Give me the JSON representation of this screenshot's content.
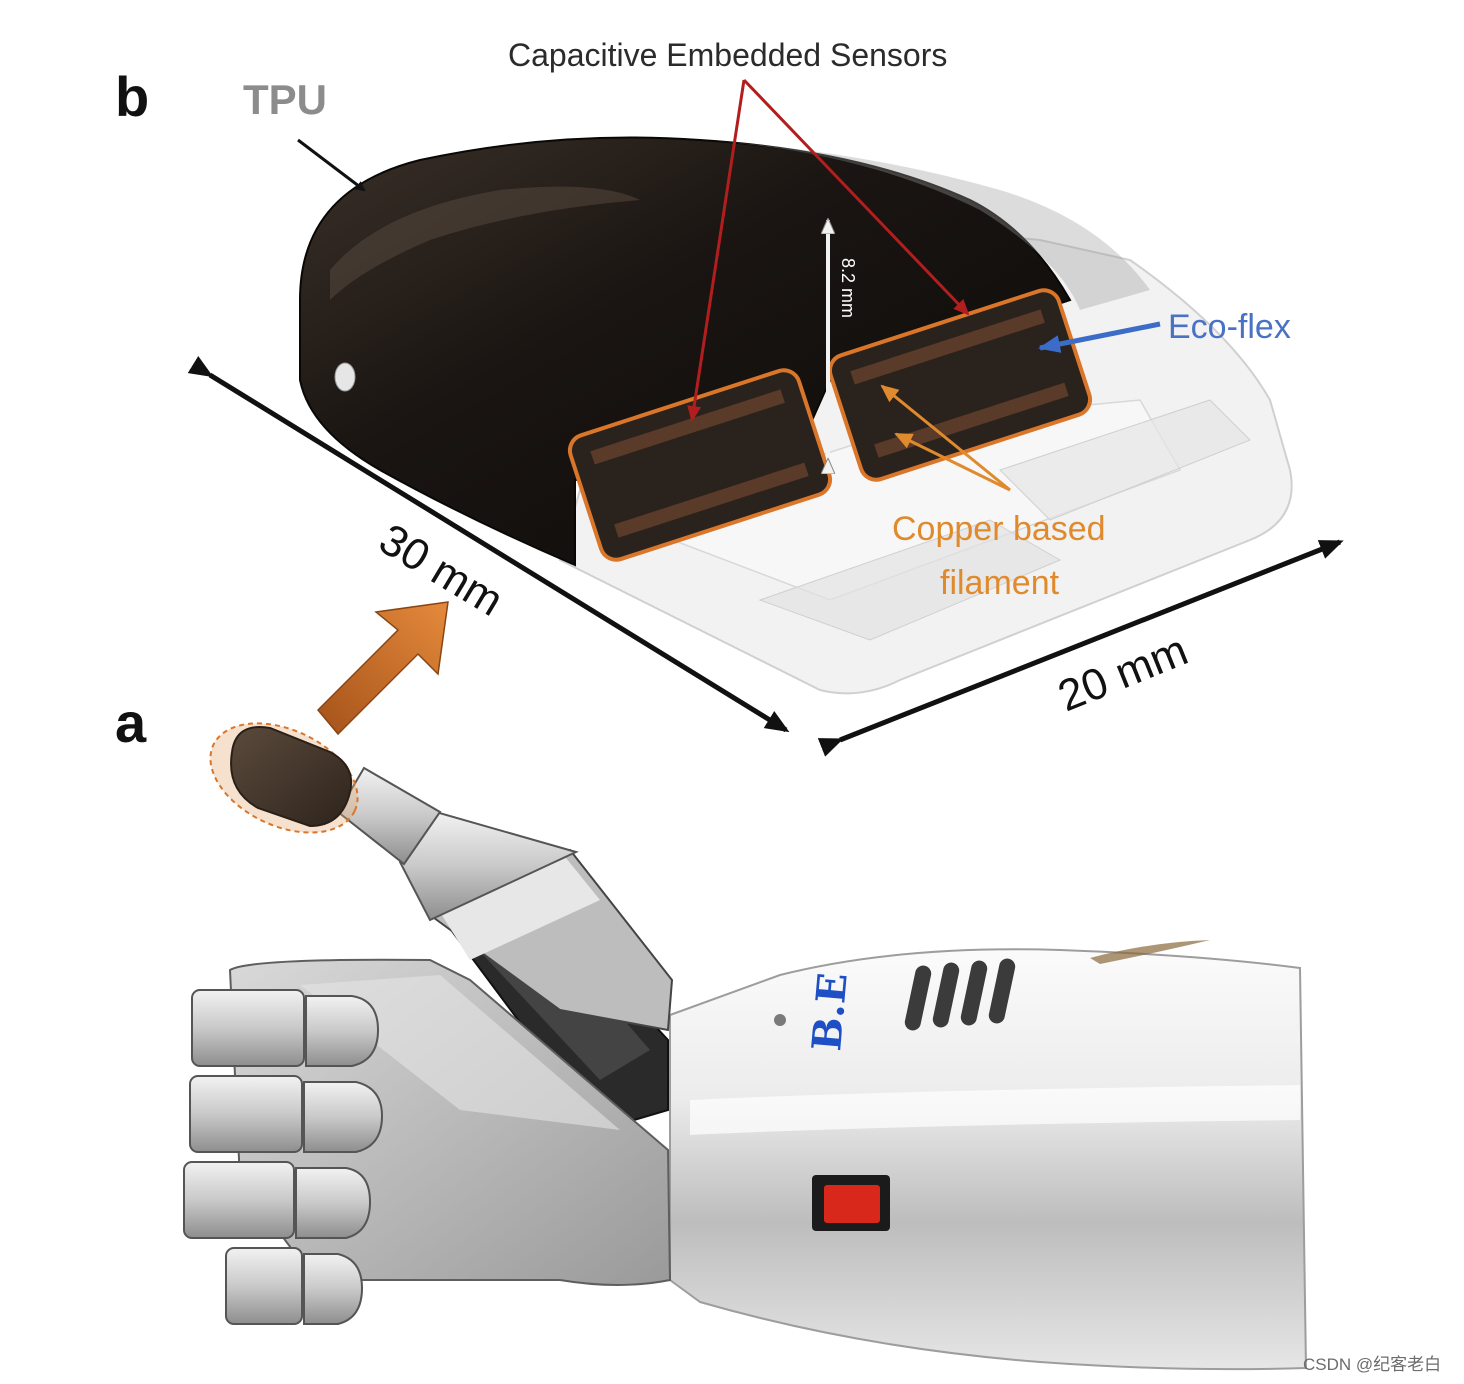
{
  "panel_b": {
    "letter": "b",
    "label_tpu": "TPU",
    "label_sensors": "Capacitive Embedded Sensors",
    "label_ecoflex": "Eco-flex",
    "label_copper_line1": "Copper based",
    "label_copper_line2": "filament",
    "dim_height": "8.2 mm",
    "dim_length": "30 mm",
    "dim_width": "20 mm"
  },
  "panel_a": {
    "letter": "a",
    "brand_logo_text": "B.E"
  },
  "watermark": "CSDN @纪客老白",
  "colors": {
    "tpu_shell": "#1a1512",
    "sensor_outline": "#d9762a",
    "callout_red": "#b21e1e",
    "callout_blue": "#3a6cc8",
    "callout_orange": "#e08a2e",
    "arrow_orange": "#d4762c",
    "brand_blue": "#1f4fc4",
    "switch_red": "#d8281c"
  },
  "icons": [
    "sensor-cross-section",
    "orange-pointer-arrow",
    "prosthetic-hand",
    "power-switch"
  ]
}
